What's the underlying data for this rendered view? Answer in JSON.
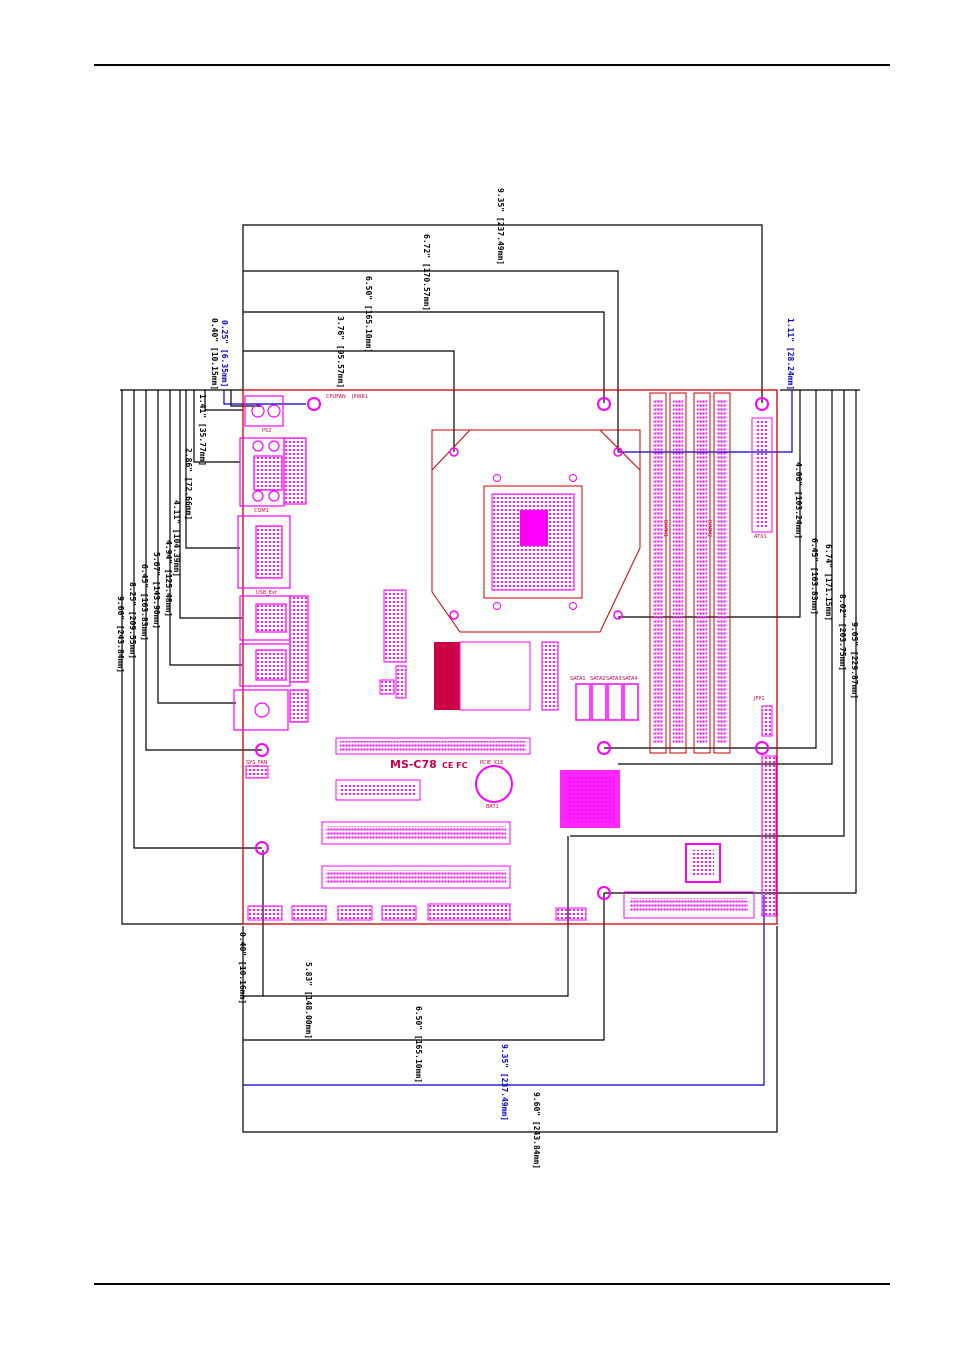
{
  "board": {
    "model": "MS-C78",
    "marks": "CE FC",
    "outline_color": "#cc0000",
    "component_color": "#ff00ff",
    "blue_dim_color": "#0000cc",
    "labels": {
      "cpufan": "CPUFAN",
      "jpwr": "JPWR1",
      "kbms": "PS2",
      "com": "COM1",
      "usb": "USB_Ext",
      "sata1": "SATA1",
      "sata2": "SATA2",
      "sata3": "SATA3",
      "sata4": "SATA4",
      "bat": "BAT1",
      "sysfan": "SYS_FAN",
      "pcie": "PCIE_X16",
      "dimm": "DIMM1",
      "dimm2": "DIMM2",
      "atx": "ATX1",
      "jfp": "JFP1"
    }
  },
  "dimensions": {
    "top": [
      {
        "id": "t1",
        "text": "9.35\" [237.49mm]"
      },
      {
        "id": "t2",
        "text": "6.72\" [170.57mm]"
      },
      {
        "id": "t3",
        "text": "6.50\" [165.10mm]"
      },
      {
        "id": "t4",
        "text": "3.76\" [95.57mm]"
      },
      {
        "id": "t5",
        "text": "0.25\" [6.35mm]",
        "blue": true
      },
      {
        "id": "t6",
        "text": "0.40\" [10.15mm]"
      },
      {
        "id": "t7",
        "text": "1.11\" [28.24mm]",
        "blue": true
      }
    ],
    "left": [
      {
        "id": "l1",
        "text": "1.41\" [35.77mm]"
      },
      {
        "id": "l2",
        "text": "2.86\" [72.66mm]"
      },
      {
        "id": "l3",
        "text": "4.11\" [104.39mm]"
      },
      {
        "id": "l4",
        "text": "4.94\" [125.48mm]"
      },
      {
        "id": "l5",
        "text": "5.67\" [143.90mm]"
      },
      {
        "id": "l6",
        "text": "6.45\" [163.83mm]"
      },
      {
        "id": "l7",
        "text": "8.25\" [209.55mm]"
      },
      {
        "id": "l8",
        "text": "9.60\" [243.84mm]"
      }
    ],
    "right": [
      {
        "id": "r1",
        "text": "4.06\" [103.24mm]"
      },
      {
        "id": "r2",
        "text": "6.45\" [163.83mm]"
      },
      {
        "id": "r3",
        "text": "6.74\" [171.15mm]"
      },
      {
        "id": "r4",
        "text": "8.02\" [203.75mm]"
      },
      {
        "id": "r5",
        "text": "9.05\" [229.87mm]"
      }
    ],
    "bottom": [
      {
        "id": "b1",
        "text": "0.40\" [10.16mm]"
      },
      {
        "id": "b2",
        "text": "5.83\" [148.00mm]"
      },
      {
        "id": "b3",
        "text": "6.50\" [165.10mm]"
      },
      {
        "id": "b4",
        "text": "9.35\" [237.49mm]",
        "blue": true
      },
      {
        "id": "b5",
        "text": "9.60\" [243.84mm]"
      }
    ]
  }
}
